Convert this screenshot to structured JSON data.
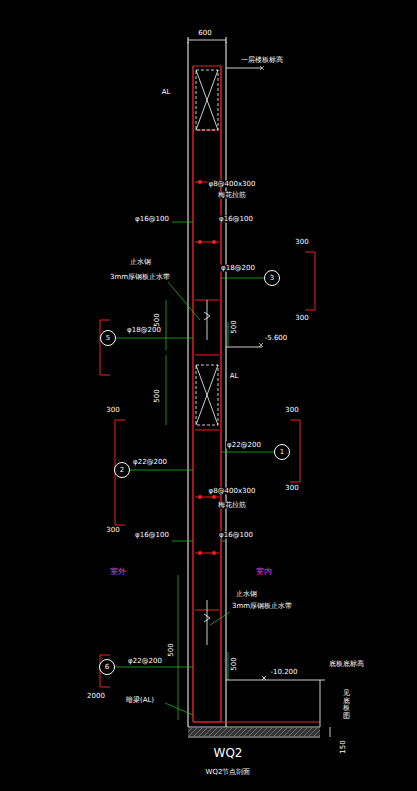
{
  "diagram": {
    "title": "WQ2",
    "caption": "WQ2节点剖面",
    "nodes": [
      {
        "text": [
          "3"
        ]
      },
      {
        "text": [
          "5"
        ]
      },
      {
        "text": [
          "1"
        ]
      },
      {
        "text": [
          "2"
        ]
      },
      {
        "text": [
          "6"
        ]
      }
    ],
    "labels": [
      "600",
      "一层楼板标高",
      "AL",
      "φ8@400x300",
      "梅花拉筋",
      "φ16@100",
      "φ16@100",
      "300",
      "φ18@200",
      "300",
      "止水钢",
      "3mm厚钢板止水带",
      "500",
      "φ18@200",
      "500",
      "-5.600",
      "AL",
      "500",
      "300",
      "300",
      "φ22@200",
      "φ22@200",
      "300",
      "300",
      "φ8@400x300",
      "梅花拉筋",
      "φ16@100",
      "φ16@100",
      "室外",
      "室内",
      "止水钢",
      "3mm厚钢板止水带",
      "500",
      "φ22@200",
      "500",
      "2000",
      "暗梁(AL)",
      "-10.200",
      "底板底标高",
      "见底板图",
      "150"
    ]
  }
}
